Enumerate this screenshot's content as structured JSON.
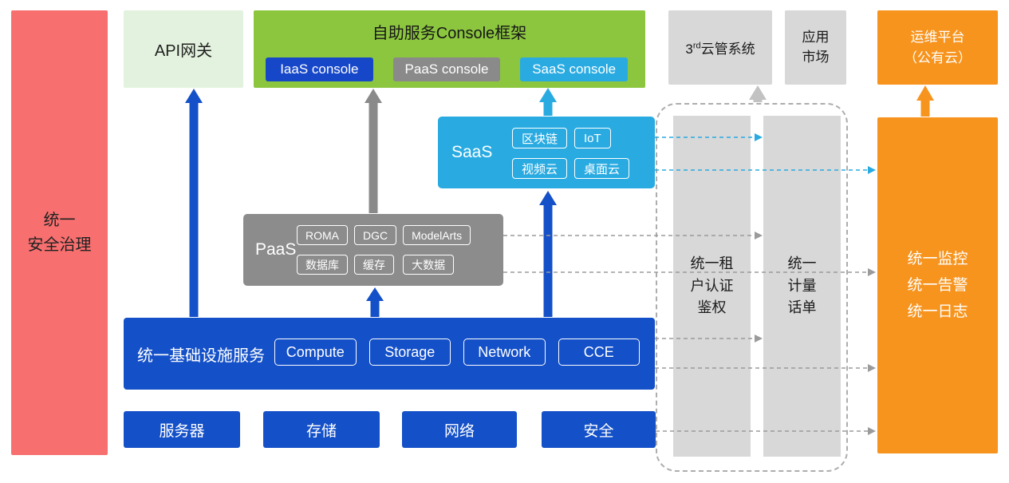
{
  "colors": {
    "red": "#F76F6F",
    "light_green": "#E3F2DE",
    "green": "#8CC63F",
    "dark_blue": "#1450C8",
    "gray": "#8C8C8C",
    "light_gray": "#D8D8D8",
    "cyan": "#29ABE2",
    "orange": "#F7941E"
  },
  "security_governance": {
    "label": "统一\n安全治理"
  },
  "api_gateway": {
    "label": "API网关"
  },
  "console_frame": {
    "title": "自助服务Console框架",
    "iaas_console": "IaaS console",
    "paas_console": "PaaS console",
    "saas_console": "SaaS console"
  },
  "third_party_cloud": {
    "prefix": "3",
    "superscript": "rd",
    "suffix": "云管系统"
  },
  "app_market": {
    "label": "应用\n市场"
  },
  "om_platform": {
    "label": "运维平台\n（公有云）"
  },
  "saas": {
    "label": "SaaS",
    "items": [
      "区块链",
      "IoT",
      "视频云",
      "桌面云"
    ]
  },
  "paas": {
    "label": "PaaS",
    "items": [
      "ROMA",
      "DGC",
      "ModelArts",
      "数据库",
      "缓存",
      "大数据"
    ]
  },
  "infrastructure": {
    "label": "统一基础设施服务",
    "items": [
      "Compute",
      "Storage",
      "Network",
      "CCE"
    ]
  },
  "hardware": {
    "items": [
      "服务器",
      "存储",
      "网络",
      "安全"
    ]
  },
  "tenant_auth": {
    "label": "统一租\n户认证\n鉴权"
  },
  "metering": {
    "label": "统一\n计量\n话单"
  },
  "monitoring": {
    "label": "统一监控\n统一告警\n统一日志"
  }
}
